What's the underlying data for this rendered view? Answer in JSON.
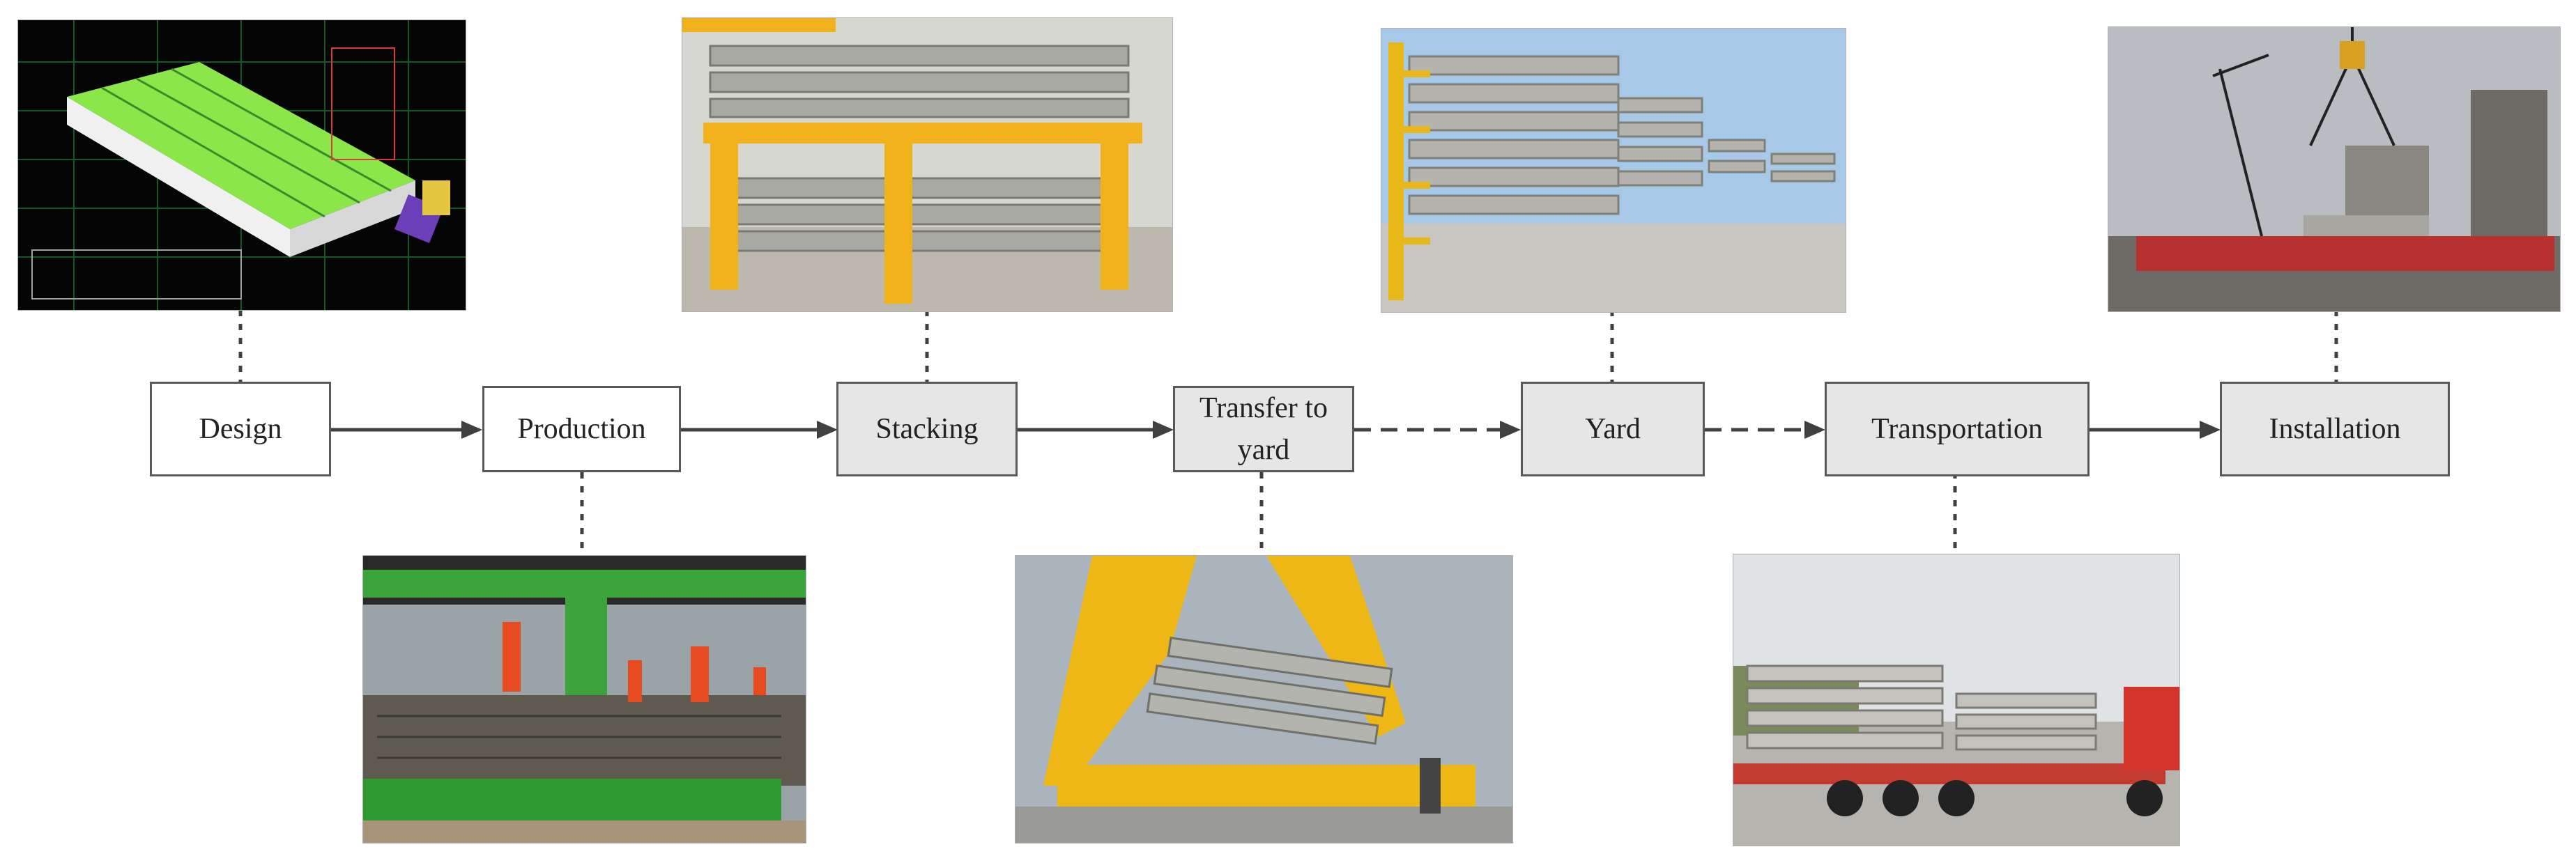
{
  "steps": [
    {
      "label": "Design"
    },
    {
      "label": "Production"
    },
    {
      "label": "Stacking"
    },
    {
      "label": "Transfer to yard"
    },
    {
      "label": "Yard"
    },
    {
      "label": "Transportation"
    },
    {
      "label": "Installation"
    }
  ],
  "connectors": [
    {
      "from": "Design",
      "to": "Production",
      "style": "solid"
    },
    {
      "from": "Production",
      "to": "Stacking",
      "style": "solid"
    },
    {
      "from": "Stacking",
      "to": "Transfer to yard",
      "style": "solid"
    },
    {
      "from": "Transfer to yard",
      "to": "Yard",
      "style": "dashed"
    },
    {
      "from": "Yard",
      "to": "Transportation",
      "style": "dashed"
    },
    {
      "from": "Transportation",
      "to": "Installation",
      "style": "solid"
    }
  ],
  "photos": [
    {
      "step": "Design",
      "icon": "bim-model-photo"
    },
    {
      "step": "Production",
      "icon": "factory-casting-photo"
    },
    {
      "step": "Stacking",
      "icon": "stacking-rack-photo"
    },
    {
      "step": "Transfer to yard",
      "icon": "crane-lift-photo"
    },
    {
      "step": "Yard",
      "icon": "storage-yard-photo"
    },
    {
      "step": "Transportation",
      "icon": "truck-transport-photo"
    },
    {
      "step": "Installation",
      "icon": "site-installation-photo"
    }
  ],
  "colors": {
    "box_border": "#595959",
    "box_fill_white": "#ffffff",
    "box_fill_grey": "#e6e6e6",
    "arrow": "#404040",
    "leader": "#404040"
  }
}
